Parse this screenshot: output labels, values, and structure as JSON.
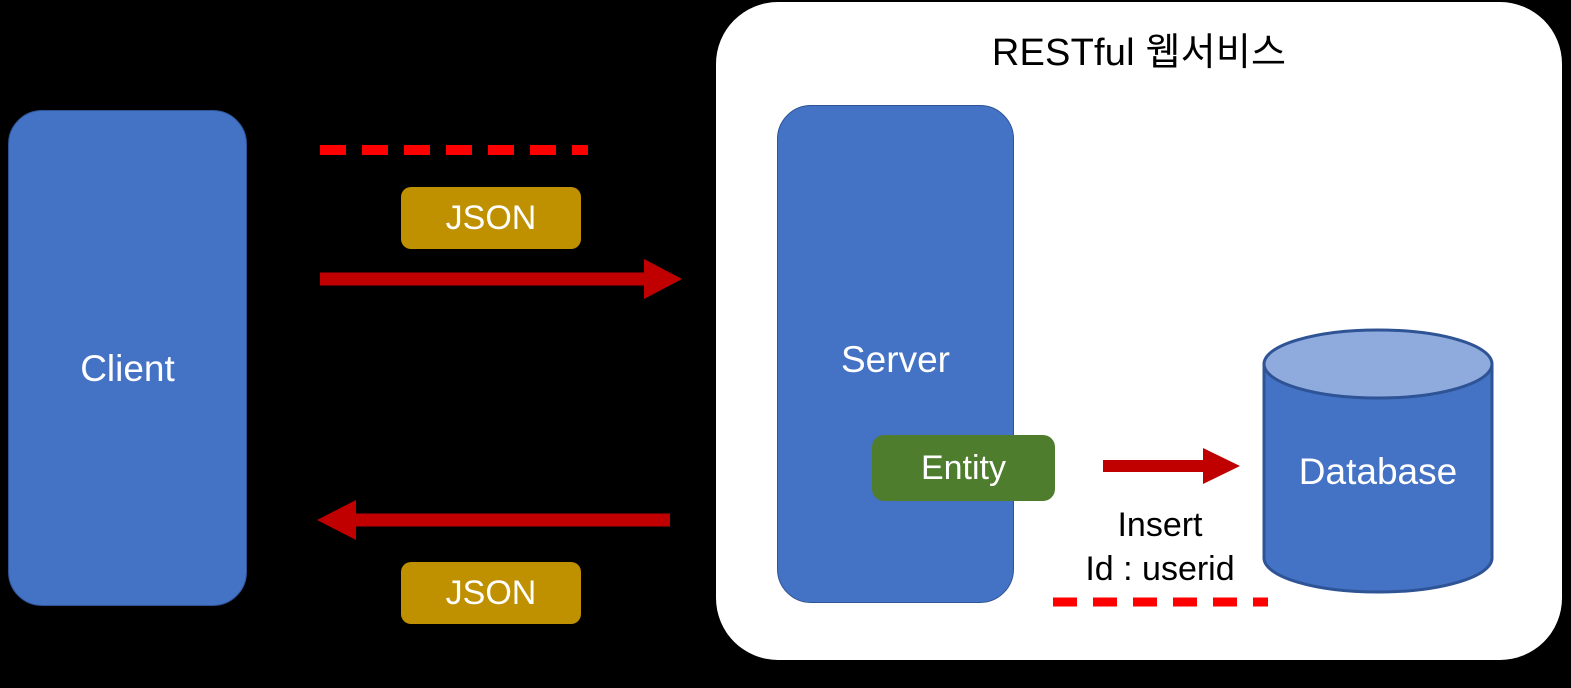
{
  "diagram": {
    "background_color": "#000000",
    "panel": {
      "title": "RESTful 웹서비스",
      "background_color": "#FFFFFF"
    },
    "nodes": {
      "client": {
        "label": "Client",
        "color": "#4472C4"
      },
      "server": {
        "label": "Server",
        "color": "#4472C4"
      },
      "entity": {
        "label": "Entity",
        "color": "#4E7D2E"
      },
      "database": {
        "label": "Database",
        "color": "#4472C4",
        "top_color": "#8FAADC"
      }
    },
    "chips": {
      "request_payload": {
        "label": "JSON",
        "color": "#BF9000"
      },
      "response_payload": {
        "label": "JSON",
        "color": "#BF9000"
      }
    },
    "annotations": {
      "insert_line1": "Insert",
      "insert_line2": "Id : userid"
    },
    "edges": {
      "request_arrow": {
        "direction": "right",
        "color": "#C00000"
      },
      "response_arrow": {
        "direction": "left",
        "color": "#C00000"
      },
      "persist_arrow": {
        "direction": "right",
        "color": "#C00000"
      },
      "request_dashed": {
        "color": "#FF0000",
        "style": "dashed"
      },
      "persist_dashed": {
        "color": "#FF0000",
        "style": "dashed"
      }
    }
  }
}
